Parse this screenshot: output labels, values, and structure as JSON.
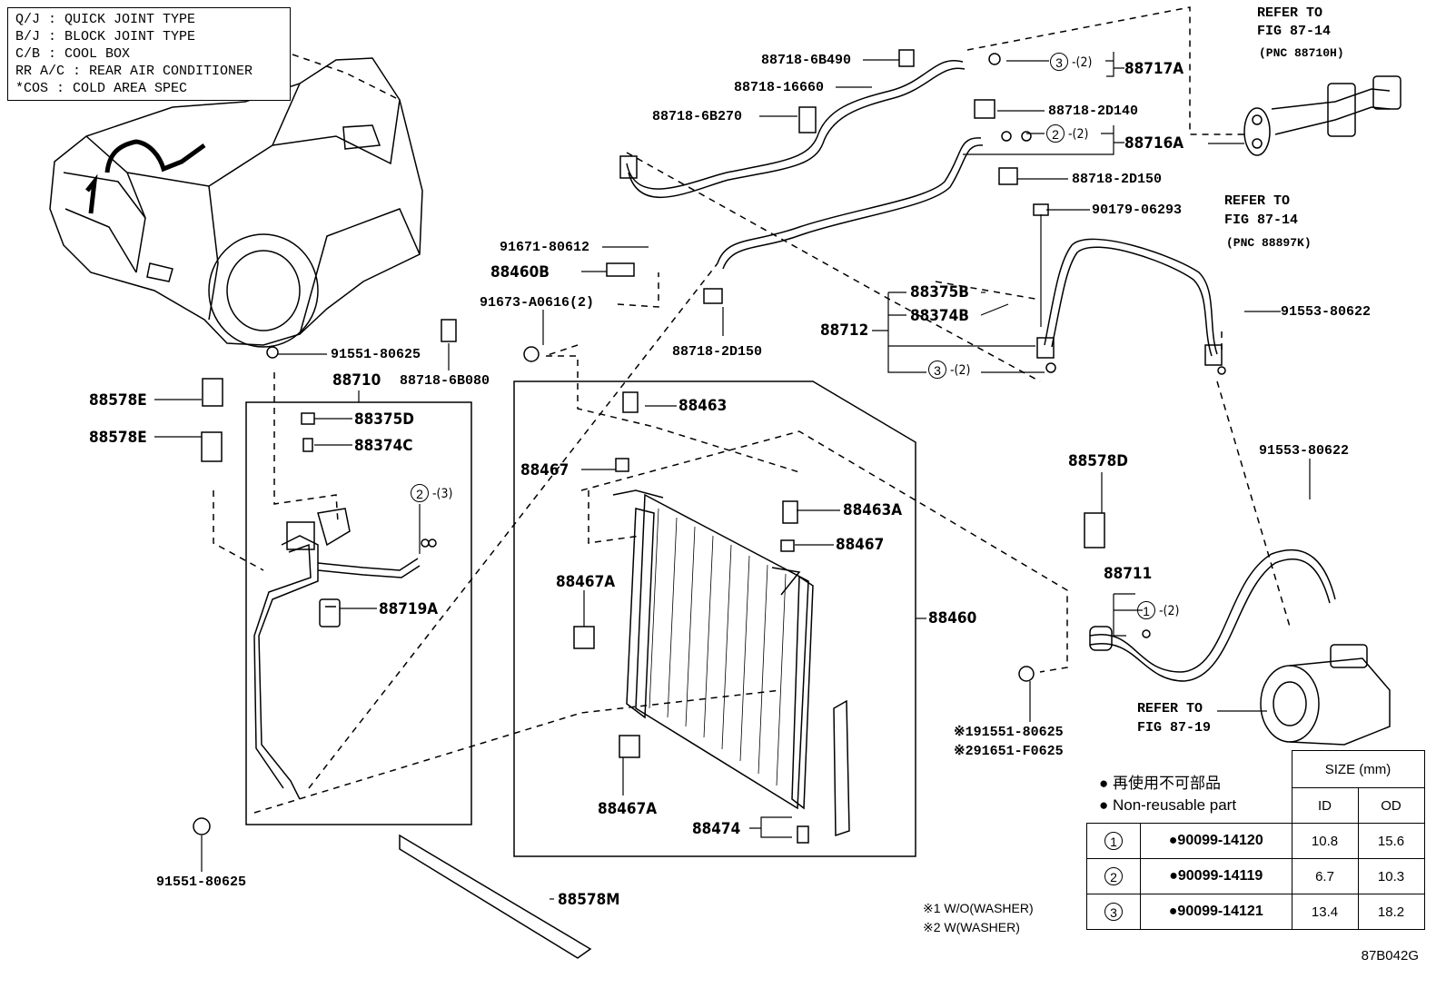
{
  "legend": [
    "Q/J : QUICK JOINT TYPE",
    "B/J : BLOCK JOINT TYPE",
    "C/B : COOL BOX",
    "RR A/C : REAR AIR CONDITIONER",
    "*COS : COLD AREA SPEC"
  ],
  "parts": {
    "p_88718_6B490": "88718-6B490",
    "p_88718_16660": "88718-16660",
    "p_88718_6B270": "88718-6B270",
    "p_88717A": "88717A",
    "p_88718_2D140": "88718-2D140",
    "p_88716A": "88716A",
    "p_88718_2D150_top": "88718-2D150",
    "p_90179_06293": "90179-06293",
    "p_91671_80612": "91671-80612",
    "p_88460B": "88460B",
    "p_91673_A0616": "91673-A0616(2)",
    "p_88718_2D150": "88718-2D150",
    "p_88375B": "88375B",
    "p_88374B": "88374B",
    "p_88712": "88712",
    "p_91553_80622_a": "91553-80622",
    "p_91551_80625_top": "91551-80625",
    "p_88710": "88710",
    "p_88718_6B080": "88718-6B080",
    "p_88578E_1": "88578E",
    "p_88578E_2": "88578E",
    "p_88375D": "88375D",
    "p_88374C": "88374C",
    "p_88463": "88463",
    "p_88467_a": "88467",
    "p_88463A": "88463A",
    "p_88467_b": "88467",
    "p_88467A_a": "88467A",
    "p_88719A": "88719A",
    "p_88460": "88460",
    "p_88578D": "88578D",
    "p_91553_80622_b": "91553-80622",
    "p_88711": "88711",
    "p_s191551": "※191551-80625",
    "p_s291651": "※291651-F0625",
    "p_88467A_b": "88467A",
    "p_88474": "88474",
    "p_91551_80625_bot": "91551-80625",
    "p_88578M": "88578M"
  },
  "qty": {
    "q3_2_a": "(2)",
    "q2_2": "(2)",
    "q3_2_b": "(2)",
    "q2_3": "(3)",
    "q1_2": "(2)"
  },
  "circles": {
    "c3a": "3",
    "c2a": "2",
    "c3b": "3",
    "c2b": "2",
    "c1": "1"
  },
  "refs": {
    "r1_title": "REFER TO",
    "r1_fig": "FIG 87-14",
    "r1_pnc": "(PNC 88710H)",
    "r2_title": "REFER TO",
    "r2_fig": "FIG 87-14",
    "r2_pnc": "(PNC 88897K)",
    "r3_title": "REFER TO",
    "r3_fig": "FIG 87-19"
  },
  "nonreusable": {
    "jp": "● 再使用不可部品",
    "en": "● Non-reusable part"
  },
  "oring_table": {
    "size_header": "SIZE (mm)",
    "id_header": "ID",
    "od_header": "OD",
    "rows": [
      {
        "num": "1",
        "part": "●90099-14120",
        "id": "10.8",
        "od": "15.6"
      },
      {
        "num": "2",
        "part": "●90099-14119",
        "id": "6.7",
        "od": "10.3"
      },
      {
        "num": "3",
        "part": "●90099-14121",
        "id": "13.4",
        "od": "18.2"
      }
    ]
  },
  "notes": [
    "※1 W/O(WASHER)",
    "※2 W(WASHER)"
  ],
  "diagram_code": "87B042G"
}
